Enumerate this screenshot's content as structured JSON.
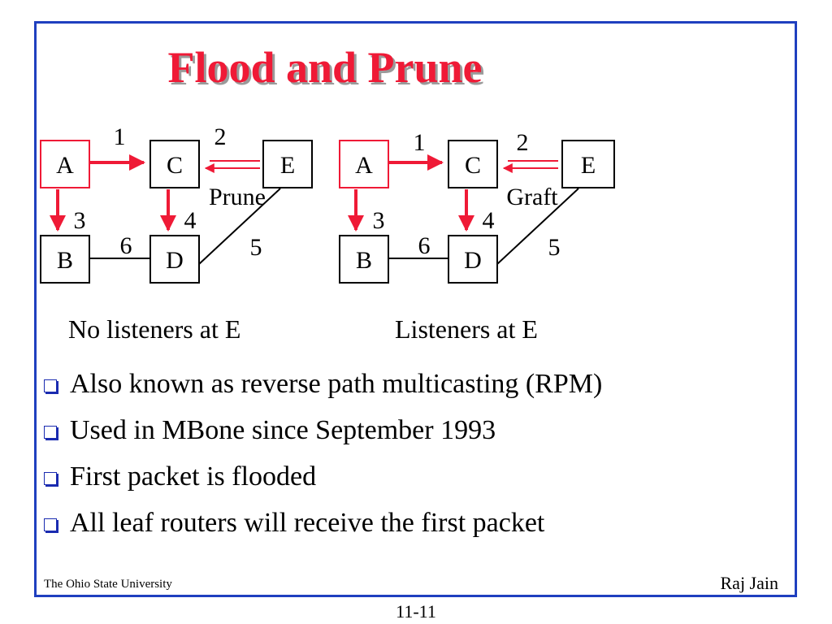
{
  "title": "Flood and Prune",
  "colors": {
    "accent": "#ef1a36",
    "frame": "#1f3fbf",
    "bullet": "#1a2bb0"
  },
  "diagrams": [
    {
      "nodes": {
        "A": "A",
        "C": "C",
        "E": "E",
        "B": "B",
        "D": "D"
      },
      "labels": {
        "l1": "1",
        "l2": "2",
        "l3": "3",
        "l4": "4",
        "l5": "5",
        "l6": "6"
      },
      "message": "Prune",
      "caption": "No listeners at E"
    },
    {
      "nodes": {
        "A": "A",
        "C": "C",
        "E": "E",
        "B": "B",
        "D": "D"
      },
      "labels": {
        "l1": "1",
        "l2": "2",
        "l3": "3",
        "l4": "4",
        "l5": "5",
        "l6": "6"
      },
      "message": "Graft",
      "caption": "Listeners at E"
    }
  ],
  "bullets": [
    "Also known as reverse path multicasting (RPM)",
    "Used in MBone since September 1993",
    "First packet is flooded",
    "All leaf routers will receive the first packet"
  ],
  "footer": {
    "left": "The Ohio State University",
    "right": "Raj Jain",
    "page": "11-11"
  }
}
